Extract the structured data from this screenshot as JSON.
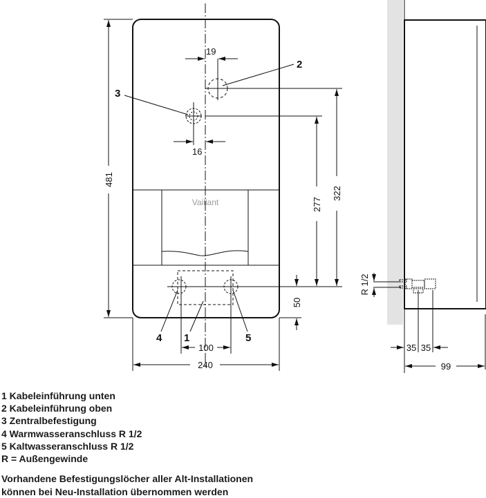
{
  "drawing": {
    "brand": "Vaillant",
    "dimensions": {
      "height": "481",
      "width": "240",
      "connection_spacing": "100",
      "bottom_offset": "50",
      "fixing_height": "277",
      "cable_top_height": "322",
      "offset_cable_top": "19",
      "offset_fixing": "16",
      "depth": "99",
      "depth_a": "35",
      "depth_b": "35",
      "thread": "R 1/2"
    },
    "callouts": {
      "c1": "1",
      "c2": "2",
      "c3": "3",
      "c4": "4",
      "c5": "5"
    }
  },
  "legend": [
    "1  Kabeleinführung unten",
    "2  Kabeleinführung oben",
    "3  Zentralbefestigung",
    "4  Warmwasseranschluss R 1/2",
    "5  Kaltwasseranschluss R 1/2",
    "R = Außengewinde"
  ],
  "note": [
    "Vorhandene Befestigungslöcher aller Alt-Installationen",
    "können bei Neu-Installation übernommen werden"
  ]
}
